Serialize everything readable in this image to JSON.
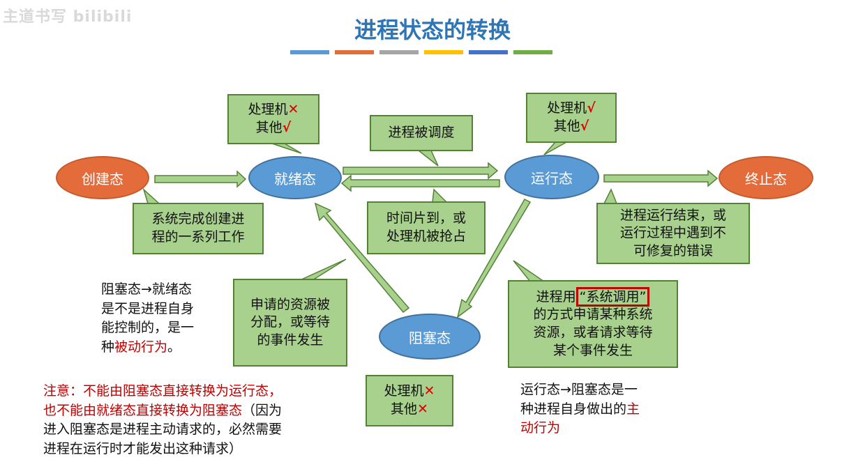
{
  "watermark": "主道书写 bilibili",
  "title": "进程状态的转换",
  "title_bar_colors": [
    "#5b9bd5",
    "#e36c3a",
    "#a5a5a5",
    "#ffc000",
    "#4472c4",
    "#70ad47"
  ],
  "states": {
    "created": "创建态",
    "ready": "就绪态",
    "running": "运行态",
    "terminated": "终止态",
    "blocked": "阻塞态"
  },
  "callouts": {
    "ready_resources": {
      "line1": "处理机",
      "mark1": "✕",
      "line2": "其他",
      "mark2": "√"
    },
    "running_resources": {
      "line1": "处理机",
      "mark1": "√",
      "line2": "其他",
      "mark2": "√"
    },
    "blocked_resources": {
      "line1": "处理机",
      "mark1": "✕",
      "line2": "其他",
      "mark2": "✕"
    },
    "scheduled": "进程被调度",
    "create_done": {
      "line1": "系统完成创建进",
      "line2": "程的一系列工作"
    },
    "timeslice": {
      "line1": "时间片到，或",
      "line2": "处理机被抢占"
    },
    "terminate_reason": {
      "line1": "进程运行结束，或",
      "line2": "运行过程中遇到不",
      "line3": "可修复的错误"
    },
    "resource_granted": {
      "line1": "申请的资源被",
      "line2": "分配，或等待",
      "line3": "的事件发生"
    },
    "syscall": {
      "pre": "进程用",
      "boxed": "“系统调用”",
      "line2": "的方式申请某种系统",
      "line3": "资源，或者请求等待",
      "line4": "某个事件发生"
    }
  },
  "notes": {
    "blocked_to_ready": {
      "line1": "阻塞态→就绪态",
      "line2": "是不是进程自身",
      "line3": "能控制的，是一",
      "line4_pre": "种",
      "line4_red": "被动行为",
      "line4_post": "。"
    },
    "warning": {
      "line1_red": "注意：不能由阻塞态直接转换为运行态，",
      "line2_red": "也不能由就绪态直接转换为阻塞态",
      "line2_post": "（因为",
      "line3": "进入阻塞态是进程主动请求的，必然需要",
      "line4": "进程在运行时才能发出这种请求）"
    },
    "running_to_blocked": {
      "line1": "运行态→阻塞态是一",
      "line2_pre": "种进程自身做出的",
      "line2_red": "主",
      "line3_red": "动行为"
    }
  }
}
